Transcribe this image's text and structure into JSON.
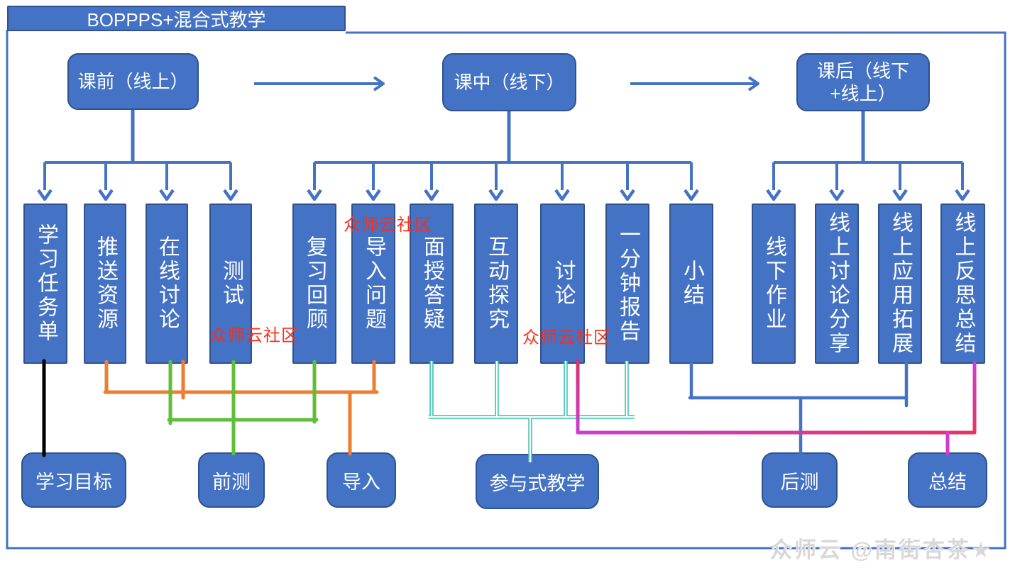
{
  "title": "BOPPPS+混合式教学",
  "phases": {
    "pre": "课前（线上）",
    "during": "课中（线下）",
    "post": "课后（线下+线上）"
  },
  "columns": {
    "pre": [
      "学习任务单",
      "推送资源",
      "在线讨论",
      "测试"
    ],
    "during": [
      "复习回顾",
      "导入问题",
      "面授答疑",
      "互动探究",
      "讨论",
      "一分钟报告",
      "小结"
    ],
    "post": [
      "线下作业",
      "线上讨论分享",
      "线上应用拓展",
      "线上反思总结"
    ]
  },
  "bottom": {
    "goal": "学习目标",
    "pretest": "前测",
    "intro": "导入",
    "participatory": "参与式教学",
    "posttest": "后测",
    "summary": "总结"
  },
  "annotations": {
    "community1": "众师云社区",
    "community2": "众师云社区",
    "community3": "众师云社区"
  },
  "watermark": "众师云 @南街杏茶★",
  "colors": {
    "box_fill": "#4472C4",
    "box_border": "#2F528F",
    "line_blue": "#4472C4",
    "line_black": "#000000",
    "line_orange": "#ED7D31",
    "line_green": "#5FBE3A",
    "line_teal": "#3FC6B4",
    "line_magenta": "#C93FD0",
    "line_crimson": "#E8345E",
    "annotation_red": "#FF2D16",
    "watermark_gray": "#D8D8D8"
  }
}
